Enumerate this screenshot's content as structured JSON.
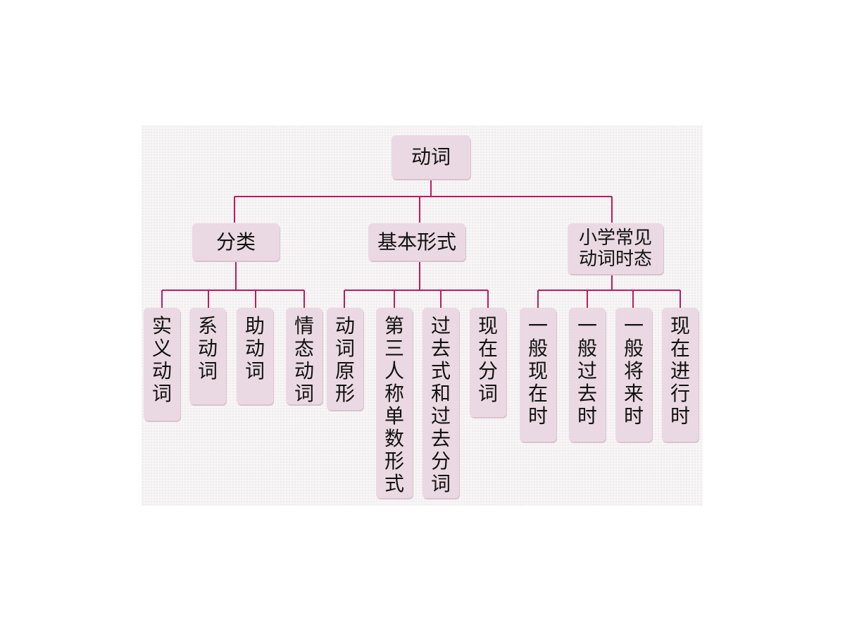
{
  "root": "动词",
  "branches": {
    "classification": {
      "label": "分类",
      "items": [
        "实义动词",
        "系动词",
        "助动词",
        "情态动词"
      ]
    },
    "basic_forms": {
      "label": "基本形式",
      "items": [
        "动词原形",
        "第三人称单数形式",
        "过去式和过去分词",
        "现在分词"
      ]
    },
    "tenses": {
      "label_line1": "小学常见",
      "label_line2": "动词时态",
      "items": [
        "一般现在时",
        "一般过去时",
        "一般将来时",
        "现在进行时"
      ]
    }
  },
  "colors": {
    "line": "#c0185f",
    "node": "#ead9e2"
  }
}
